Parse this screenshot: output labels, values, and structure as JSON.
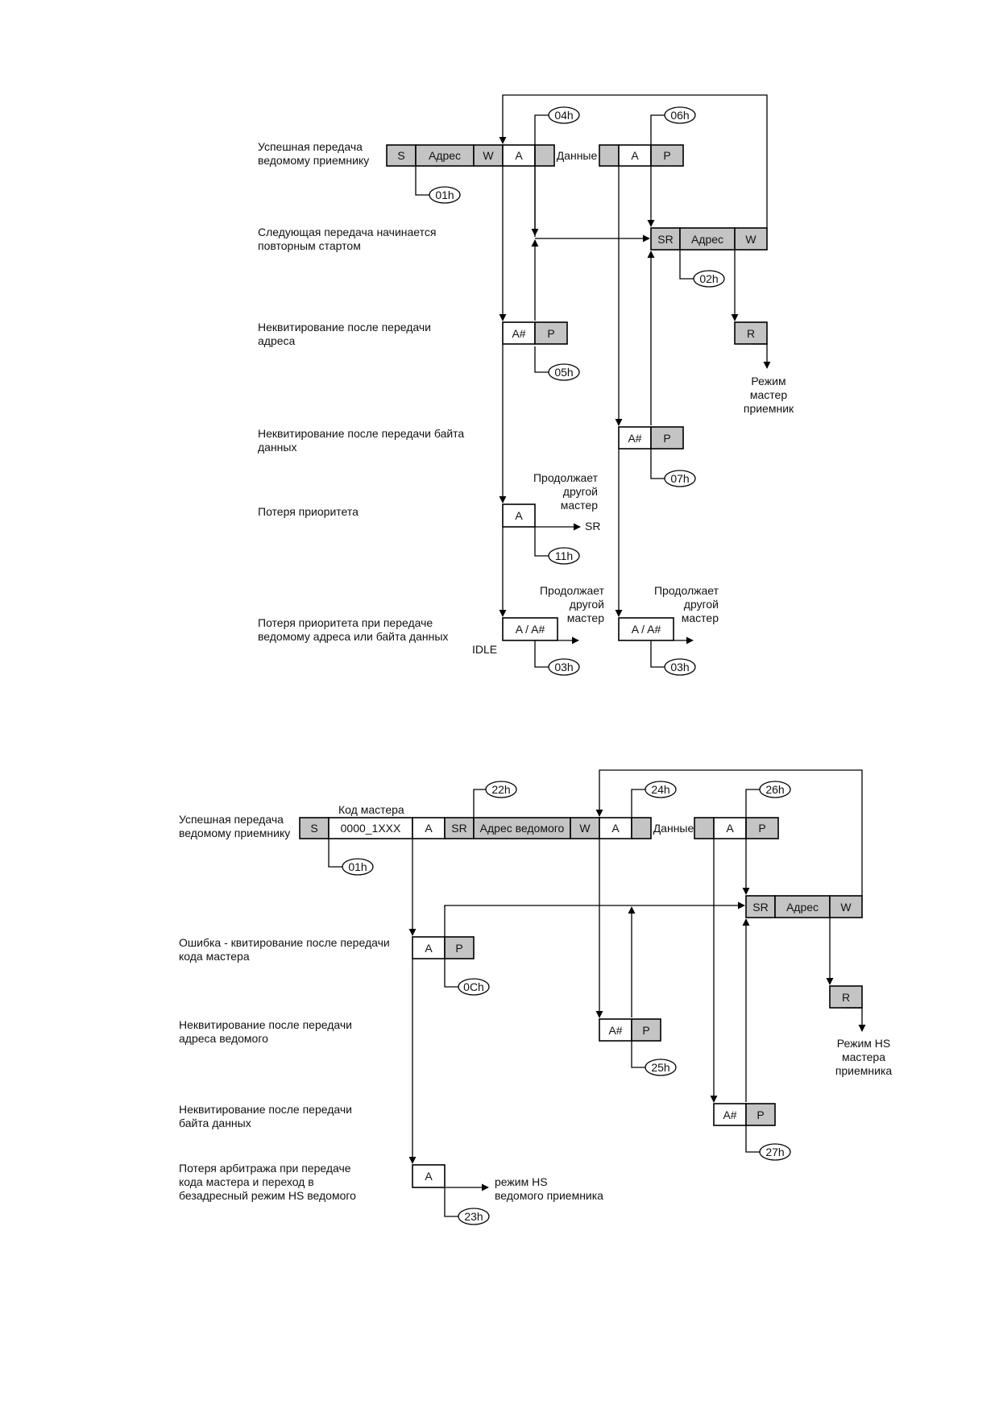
{
  "colors": {
    "white_cell": "#ffffff",
    "grey_cell": "#c4c4c4",
    "stroke": "#000000"
  },
  "diagram1": {
    "rows": {
      "r1": [
        "Успешная передача",
        "ведомому приемнику"
      ],
      "r2": [
        "Следующая передача начинается",
        "повторным стартом"
      ],
      "r3": [
        "Неквитирование после передачи",
        "адреса"
      ],
      "r4": [
        "Неквитирование после передачи байта",
        "данных"
      ],
      "r5": [
        "Потеря приоритета"
      ],
      "r6": [
        "Потеря приоритета при передаче",
        "ведомому адреса или байта данных"
      ]
    },
    "cells": {
      "s": "S",
      "addr": "Адрес",
      "w": "W",
      "a": "A",
      "data": "Данные",
      "a2": "A",
      "p": "P",
      "sr": "SR",
      "sr_addr": "Адрес",
      "sr_w": "W",
      "nack_a": "A#",
      "nack_p": "P",
      "r": "R",
      "nack2_a": "A#",
      "nack2_p": "P",
      "lost_a": "A",
      "lost2_a": "A / A#",
      "lost3_a": "A / A#"
    },
    "codes": {
      "c01": "01h",
      "c04": "04h",
      "c06": "06h",
      "c02": "02h",
      "c05": "05h",
      "c07": "07h",
      "c11": "11h",
      "c03a": "03h",
      "c03b": "03h"
    },
    "notes": {
      "master_rx": [
        "Режим",
        "мастер",
        "приемник"
      ],
      "cont1": [
        "Продолжает",
        "другой",
        "мастер"
      ],
      "cont2": [
        "Продолжает",
        "другой",
        "мастер"
      ],
      "cont3": [
        "Продолжает",
        "другой",
        "мастер"
      ],
      "sr": "SR",
      "idle": "IDLE"
    }
  },
  "diagram2": {
    "rows": {
      "r1": [
        "Успешная передача",
        "ведомому приемнику"
      ],
      "r2": [
        "Ошибка - квитирование после передачи",
        "кода мастера"
      ],
      "r3": [
        "Неквитирование после передачи",
        "адреса ведомого"
      ],
      "r4": [
        "Неквитирование после передачи",
        "байта данных"
      ],
      "r5": [
        "Потеря арбитража при передаче",
        "кода мастера и переход в",
        "безадресный режим HS ведомого"
      ]
    },
    "cells": {
      "s": "S",
      "code": "0000_1XXX",
      "a": "A",
      "sr": "SR",
      "slave_addr": "Адрес ведомого",
      "w": "W",
      "a2": "A",
      "data": "Данные",
      "a3": "A",
      "p": "P",
      "sr2": "SR",
      "sr2_addr": "Адрес",
      "sr2_w": "W",
      "err_a": "A",
      "err_p": "P",
      "r": "R",
      "nack_a": "A#",
      "nack_p": "P",
      "nack2_a": "A#",
      "nack2_p": "P",
      "lost_a": "A"
    },
    "codes": {
      "c01": "01h",
      "c22": "22h",
      "c24": "24h",
      "c26": "26h",
      "c0c": "0Ch",
      "c25": "25h",
      "c27": "27h",
      "c23": "23h"
    },
    "notes": {
      "master_code": "Код мастера",
      "hs_master_rx": [
        "Режим HS",
        "мастера",
        "приемника"
      ],
      "hs_slave_rx": [
        "режим HS",
        "ведомого приемника"
      ]
    }
  }
}
